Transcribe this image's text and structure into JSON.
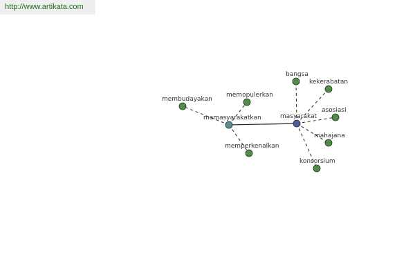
{
  "header": {
    "url_text": "http://www.artikata.com",
    "url_color": "#1c6e1c",
    "bar_color": "#efefef"
  },
  "graph": {
    "colors": {
      "leaf_fill": "#4f8f44",
      "hub_fill": "#4e5e9c",
      "hub2_fill": "#5a8f8f",
      "stroke": "#2e2e2e",
      "edge": "#222222"
    },
    "nodes": [
      {
        "id": "masyarakat",
        "label": "masyarakat",
        "kind": "hub"
      },
      {
        "id": "memasyarakatkan",
        "label": "memasyarakatkan",
        "kind": "hub2"
      },
      {
        "id": "bangsa",
        "label": "bangsa",
        "kind": "leaf"
      },
      {
        "id": "kekerabatan",
        "label": "kekerabatan",
        "kind": "leaf"
      },
      {
        "id": "asosiasi",
        "label": "asosiasi",
        "kind": "leaf"
      },
      {
        "id": "mahajana",
        "label": "mahajana",
        "kind": "leaf"
      },
      {
        "id": "konsorsium",
        "label": "konsorsium",
        "kind": "leaf"
      },
      {
        "id": "memopulerkan",
        "label": "memopulerkan",
        "kind": "leaf"
      },
      {
        "id": "membudayakan",
        "label": "membudayakan",
        "kind": "leaf"
      },
      {
        "id": "memperkenalkan",
        "label": "memperkenalkan",
        "kind": "leaf"
      }
    ],
    "edges": [
      {
        "from": "memasyarakatkan",
        "to": "masyarakat",
        "style": "solid"
      },
      {
        "from": "masyarakat",
        "to": "bangsa",
        "style": "dashed"
      },
      {
        "from": "masyarakat",
        "to": "kekerabatan",
        "style": "dashed"
      },
      {
        "from": "masyarakat",
        "to": "asosiasi",
        "style": "dashed"
      },
      {
        "from": "masyarakat",
        "to": "mahajana",
        "style": "dashed"
      },
      {
        "from": "masyarakat",
        "to": "konsorsium",
        "style": "dashed"
      },
      {
        "from": "memasyarakatkan",
        "to": "memopulerkan",
        "style": "dashed"
      },
      {
        "from": "memasyarakatkan",
        "to": "membudayakan",
        "style": "dashed"
      },
      {
        "from": "memasyarakatkan",
        "to": "memperkenalkan",
        "style": "dashed"
      }
    ]
  }
}
